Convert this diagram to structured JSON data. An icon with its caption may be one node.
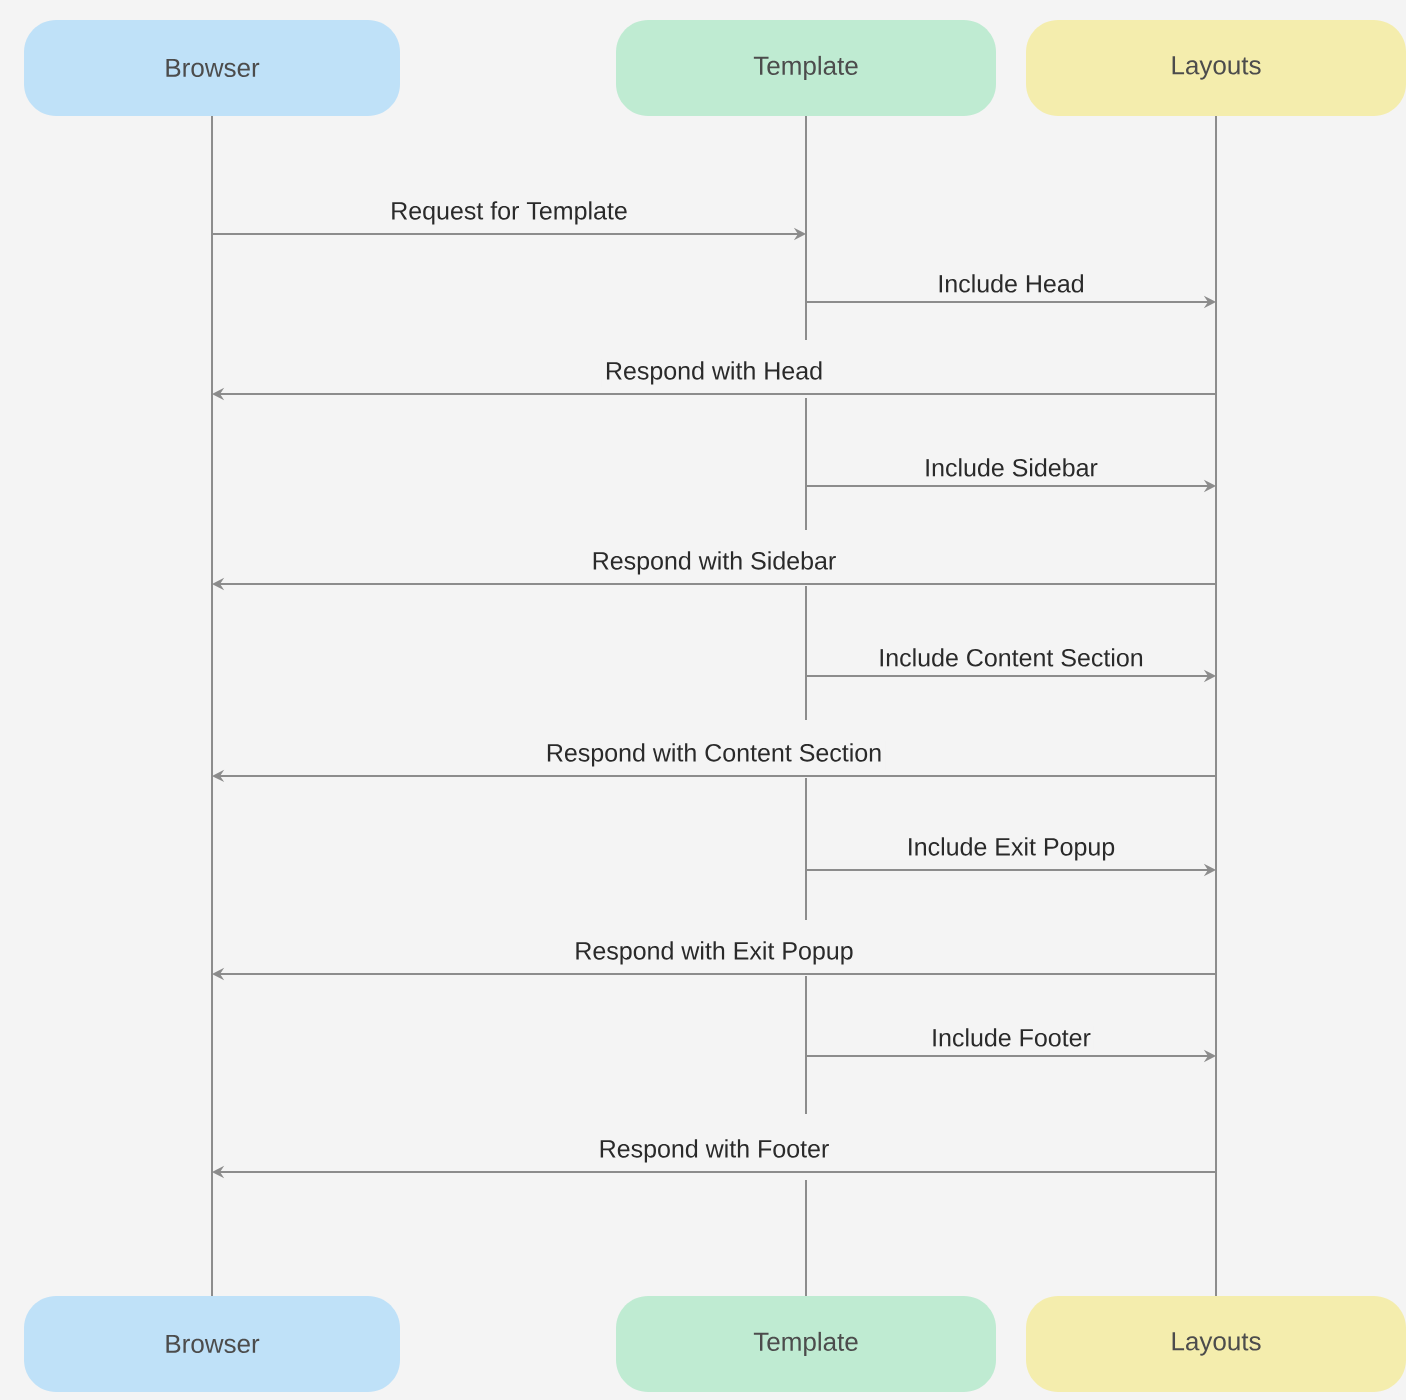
{
  "diagram": {
    "nodes": [
      {
        "text": [
          "Browser"
        ]
      },
      {
        "text": [
          "Template"
        ]
      },
      {
        "text": [
          "Layouts"
        ]
      },
      {
        "text": [],
        "shape": "bar"
      },
      {
        "text": [],
        "shape": "bar"
      },
      {
        "text": [],
        "shape": "bar"
      },
      {
        "text": [],
        "shape": "bar"
      },
      {
        "text": [
          "Browser"
        ]
      },
      {
        "text": [
          "Template"
        ]
      },
      {
        "text": [
          "Layouts"
        ]
      }
    ],
    "edges": [
      {
        "from": 0,
        "to": 1,
        "arrow": "to",
        "label": "Request for Template"
      },
      {
        "from": 1,
        "to": 2,
        "arrow": "to",
        "label": "Include Head"
      },
      {
        "from": 2,
        "to": 0,
        "arrow": "to",
        "label": "Respond with Head"
      },
      {
        "from": 3,
        "to": 2,
        "arrow": "to",
        "label": "Include Sidebar"
      },
      {
        "from": 2,
        "to": 0,
        "arrow": "to",
        "label": "Respond with Sidebar"
      },
      {
        "from": 4,
        "to": 2,
        "arrow": "to",
        "label": "Include Content Section"
      },
      {
        "from": 2,
        "to": 0,
        "arrow": "to",
        "label": "Respond with Content Section"
      },
      {
        "from": 5,
        "to": 2,
        "arrow": "to",
        "label": "Include Exit Popup"
      },
      {
        "from": 2,
        "to": 0,
        "arrow": "to",
        "label": "Respond with Exit Popup"
      },
      {
        "from": 6,
        "to": 2,
        "arrow": "to",
        "label": "Include Footer"
      },
      {
        "from": 2,
        "to": 0,
        "arrow": "to",
        "label": "Respond with Footer"
      }
    ]
  }
}
